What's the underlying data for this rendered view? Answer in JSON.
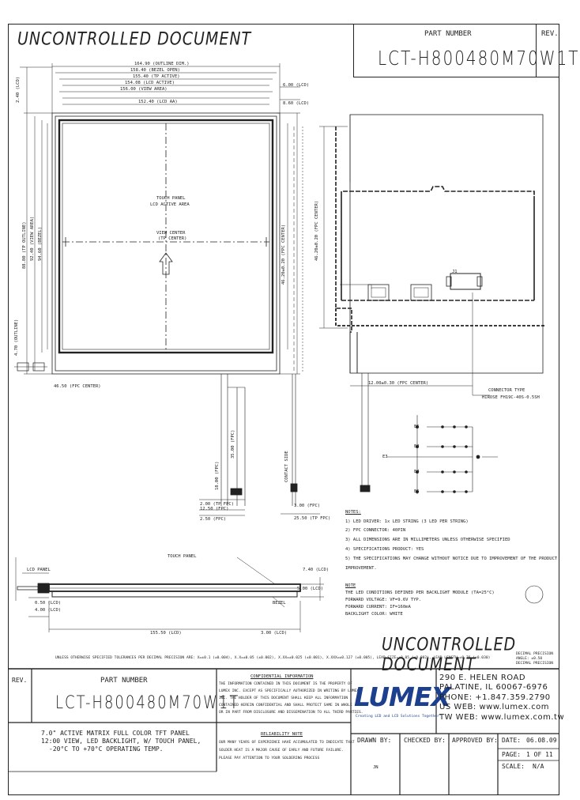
{
  "header": {
    "watermark": "UNCONTROLLED DOCUMENT",
    "part_number_label": "PART NUMBER",
    "rev_label": "REV.",
    "part_number": "LCT-H800480M70W1T"
  },
  "front_view": {
    "dims_top": [
      "164.90 (OUTLINE DIM.)",
      "158.40 (BEZEL OPEN)",
      "155.40 (TP ACTIVE)",
      "154.08 (LCD ACTIVE)",
      "156.00 (VIEW AREA)",
      "152.40 (LCD AA)"
    ],
    "center_label_1": "TOUCH PANEL",
    "center_label_2": "LCD ACTIVE AREA",
    "center_label_3": "VIEW CENTER",
    "center_label_4": "(TP CENTER)",
    "right_dims": [
      "6.00 (LCD)",
      "8.60 (LCD)"
    ],
    "left_dims": [
      "2.40 (LCD)",
      "88.80 (TP OUTLINE)",
      "92.40 (VIEW AREA)",
      "94.60 (BEZEL)",
      "4.70 (OUTLINE)"
    ],
    "fpc_label": "46.50 (FPC CENTER)",
    "tail_dims": [
      "18.00 (FPC)",
      "35.00 (FPC)",
      "2.00 (TP FPC)",
      "12.50 (FPC)",
      "2.50 (FPC)",
      "3.00 (FPC)",
      "25.50 (TP FPC)"
    ],
    "contact_label": "CONTACT SIDE",
    "vertical_center": "46.20±0.20 (FPC CENTER)"
  },
  "side_view": {
    "connector_label": "CONNECTOR TYPE",
    "connector_part": "HIROSE FH19C-40S-0.5SH",
    "fpc_dim": "12.00±0.30 (FPC CENTER)",
    "pin_labels": [
      "E1",
      "E2",
      "E3",
      "E4",
      "E5"
    ],
    "connector_tag": "J1"
  },
  "bottom_view": {
    "touch_panel": "TOUCH PANEL",
    "lcd_label": "LCD PANEL",
    "dims": [
      "7.40 (LCD)",
      "5.00 (LCD)",
      "0.50 (LCD)",
      "155.50 (LCD)",
      "3.00 (LCD)",
      "4.00 (LCD)"
    ],
    "bezel_label": "BEZEL"
  },
  "notes": {
    "title": "NOTES:",
    "items": [
      "1) LED DRIVER: 1x LED STRING (3 LED PER STRING)",
      "2) FPC CONNECTOR: 40PIN",
      "3) ALL DIMENSIONS ARE IN MILLIMETERS UNLESS OTHERWISE SPECIFIED",
      "4) SPECIFICATIONS PRODUCT: YES",
      "5) THE SPECIFICATIONS MAY CHANGE WITHOUT NOTICE DUE TO IMPROVEMENT OF THE PRODUCT",
      "IMPROVEMENT."
    ],
    "led_title": "NOTE",
    "led_lines": [
      "THE LED CONDITIONS DEFINED PER BACKLIGHT MODULE (TA=25°C)",
      "FORWARD VOLTAGE: VF=9.6V TYP.",
      "FORWARD CURRENT: IF=160mA",
      "BACKLIGHT COLOR: WHITE"
    ]
  },
  "tolerance_line": "UNLESS OTHERWISE SPECIFIED TOLERANCES PER DECIMAL PRECISION ARE: X=±0.1 (±0.004), X.X=±0.05 (±0.002), X.XX=±0.025 (±0.001), X.XXX=±0.127 (±0.005), LEAD SIZE=±0.05 (±0.002), LEAD LENGTH=±0.76 (±0.030)",
  "tolerance_right": [
    "DECIMAL PRECISION",
    "ANGLE: ±0.50",
    "DECIMAL PRECISION"
  ],
  "title_block": {
    "rev_label": "REV.",
    "part_number_label": "PART NUMBER",
    "part_number": "LCT-H800480M70W1T",
    "confidential_title": "CONFIDENTIAL INFORMATION",
    "confidential_lines": [
      "THE INFORMATION CONTAINED IN THIS DOCUMENT IS THE PROPERTY OF",
      "LUMEX INC. EXCEPT AS SPECIFICALLY AUTHORIZED IN WRITING BY LUMEX",
      "INC. THE HOLDER OF THIS DOCUMENT SHALL KEEP ALL INFORMATION",
      "CONTAINED HEREIN CONFIDENTIAL AND SHALL PROTECT SAME IN WHOLE",
      "OR IN PART FROM DISCLOSURE AND DISSEMINATION TO ALL THIRD PARTIES."
    ],
    "reliability_title": "RELIABILITY NOTE",
    "reliability_lines": [
      "OUR MANY YEARS OF EXPERIENCE HAVE ACCUMULATED TO INDICATE THAT",
      "SOLDER HEAT IS A MAJOR CAUSE OF EARLY AND FUTURE FAILURE.",
      "PLEASE PAY ATTENTION TO YOUR SOLDERING PROCESS"
    ],
    "description": [
      "7.0\" ACTIVE MATRIX FULL COLOR TFT PANEL",
      "12:00 VIEW, LED BACKLIGHT, W/ TOUCH PANEL,",
      "-20°C TO +70°C OPERATING TEMP."
    ],
    "logo": "LUMEX",
    "tagline": "Creating LED and LCD Solutions Together™",
    "address": [
      "290 E. HELEN ROAD",
      "PALATINE, IL 60067-6976",
      "PHONE: +1.847.359.2790",
      "US WEB: www.lumex.com",
      "TW WEB: www.lumex.com.tw"
    ],
    "drawn_by_label": "DRAWN BY:",
    "drawn_by": "JN",
    "checked_by_label": "CHECKED BY:",
    "approved_by_label": "APPROVED BY:",
    "date_label": "DATE:",
    "date": "06.08.09",
    "page_label": "PAGE:",
    "page": "1 OF 11",
    "scale_label": "SCALE:",
    "scale": "N/A"
  }
}
